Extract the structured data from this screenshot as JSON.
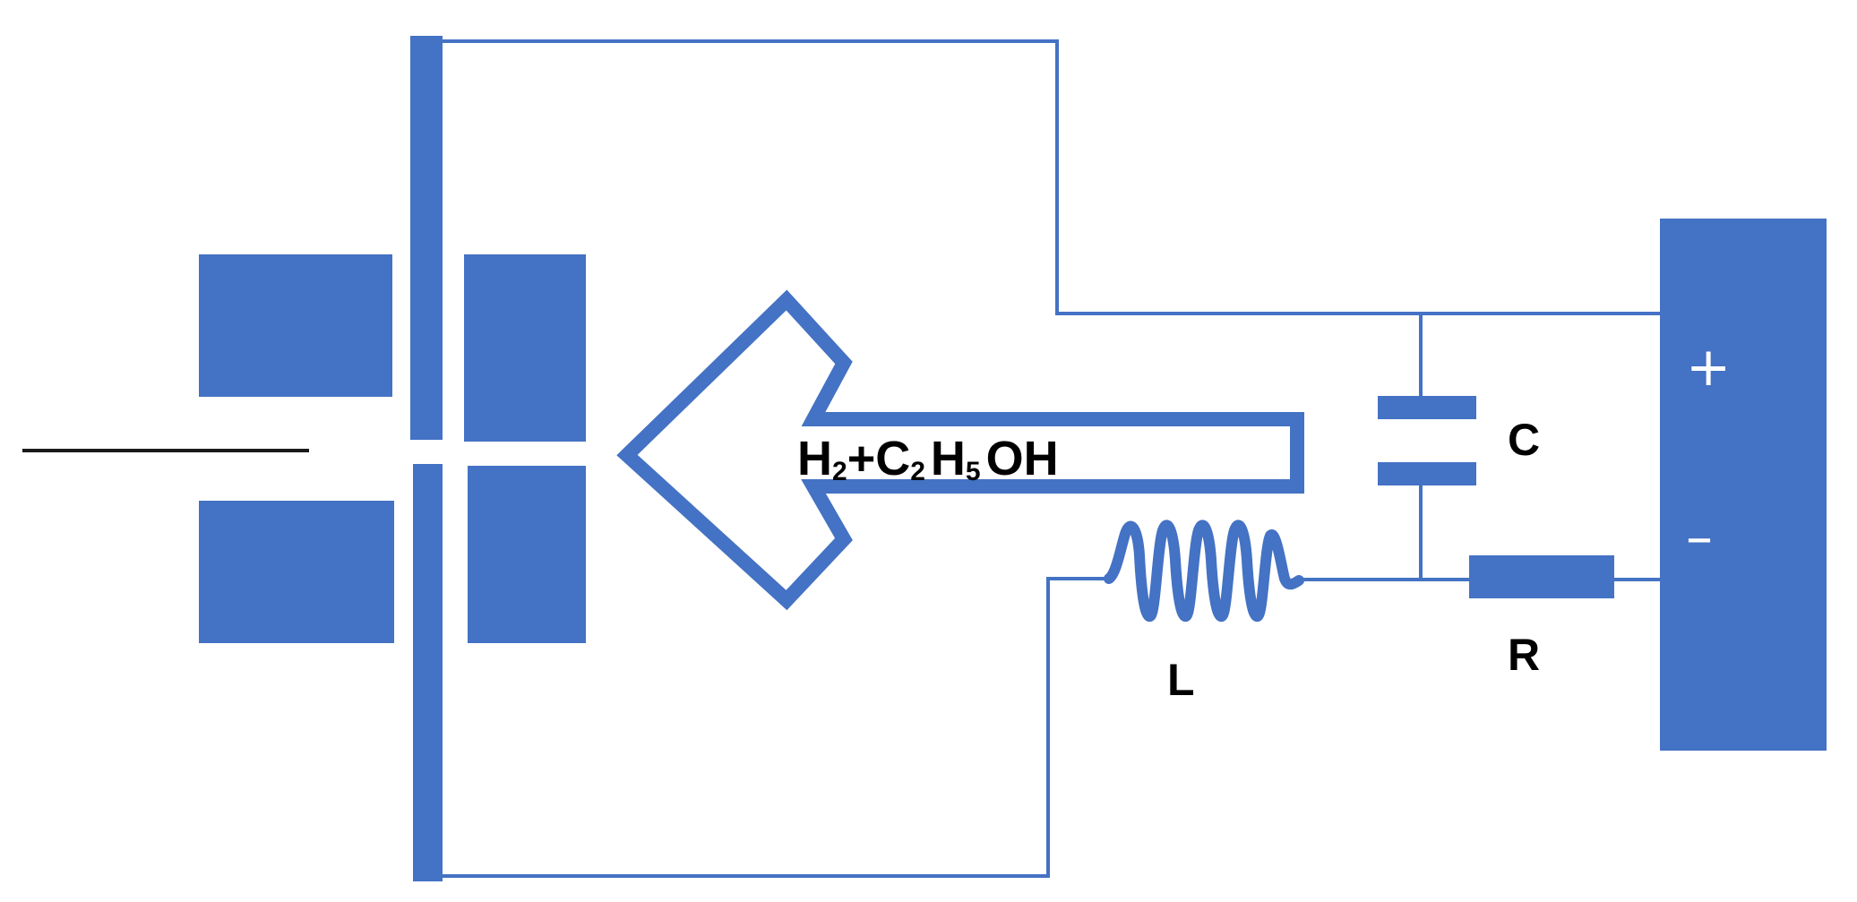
{
  "colors": {
    "component_fill": "#4472c4",
    "wire": "#4472c4",
    "text": "#000000",
    "background": "#ffffff",
    "rod": "#1a1a1a"
  },
  "labels": {
    "gas_h": "H",
    "gas_h_sub": "2",
    "gas_plus": "+C",
    "gas_c_sub": "2",
    "gas_h2": "H",
    "gas_h_sub2": "5",
    "gas_oh": "OH",
    "capacitor": "C",
    "inductor": "L",
    "resistor": "R",
    "plus": "+",
    "minus": "–"
  },
  "icons": {
    "arrow": "left-arrow-outline-icon",
    "capacitor": "capacitor-symbol-icon",
    "inductor": "inductor-coil-icon",
    "resistor": "resistor-symbol-icon",
    "power_supply": "dc-power-supply-icon"
  }
}
